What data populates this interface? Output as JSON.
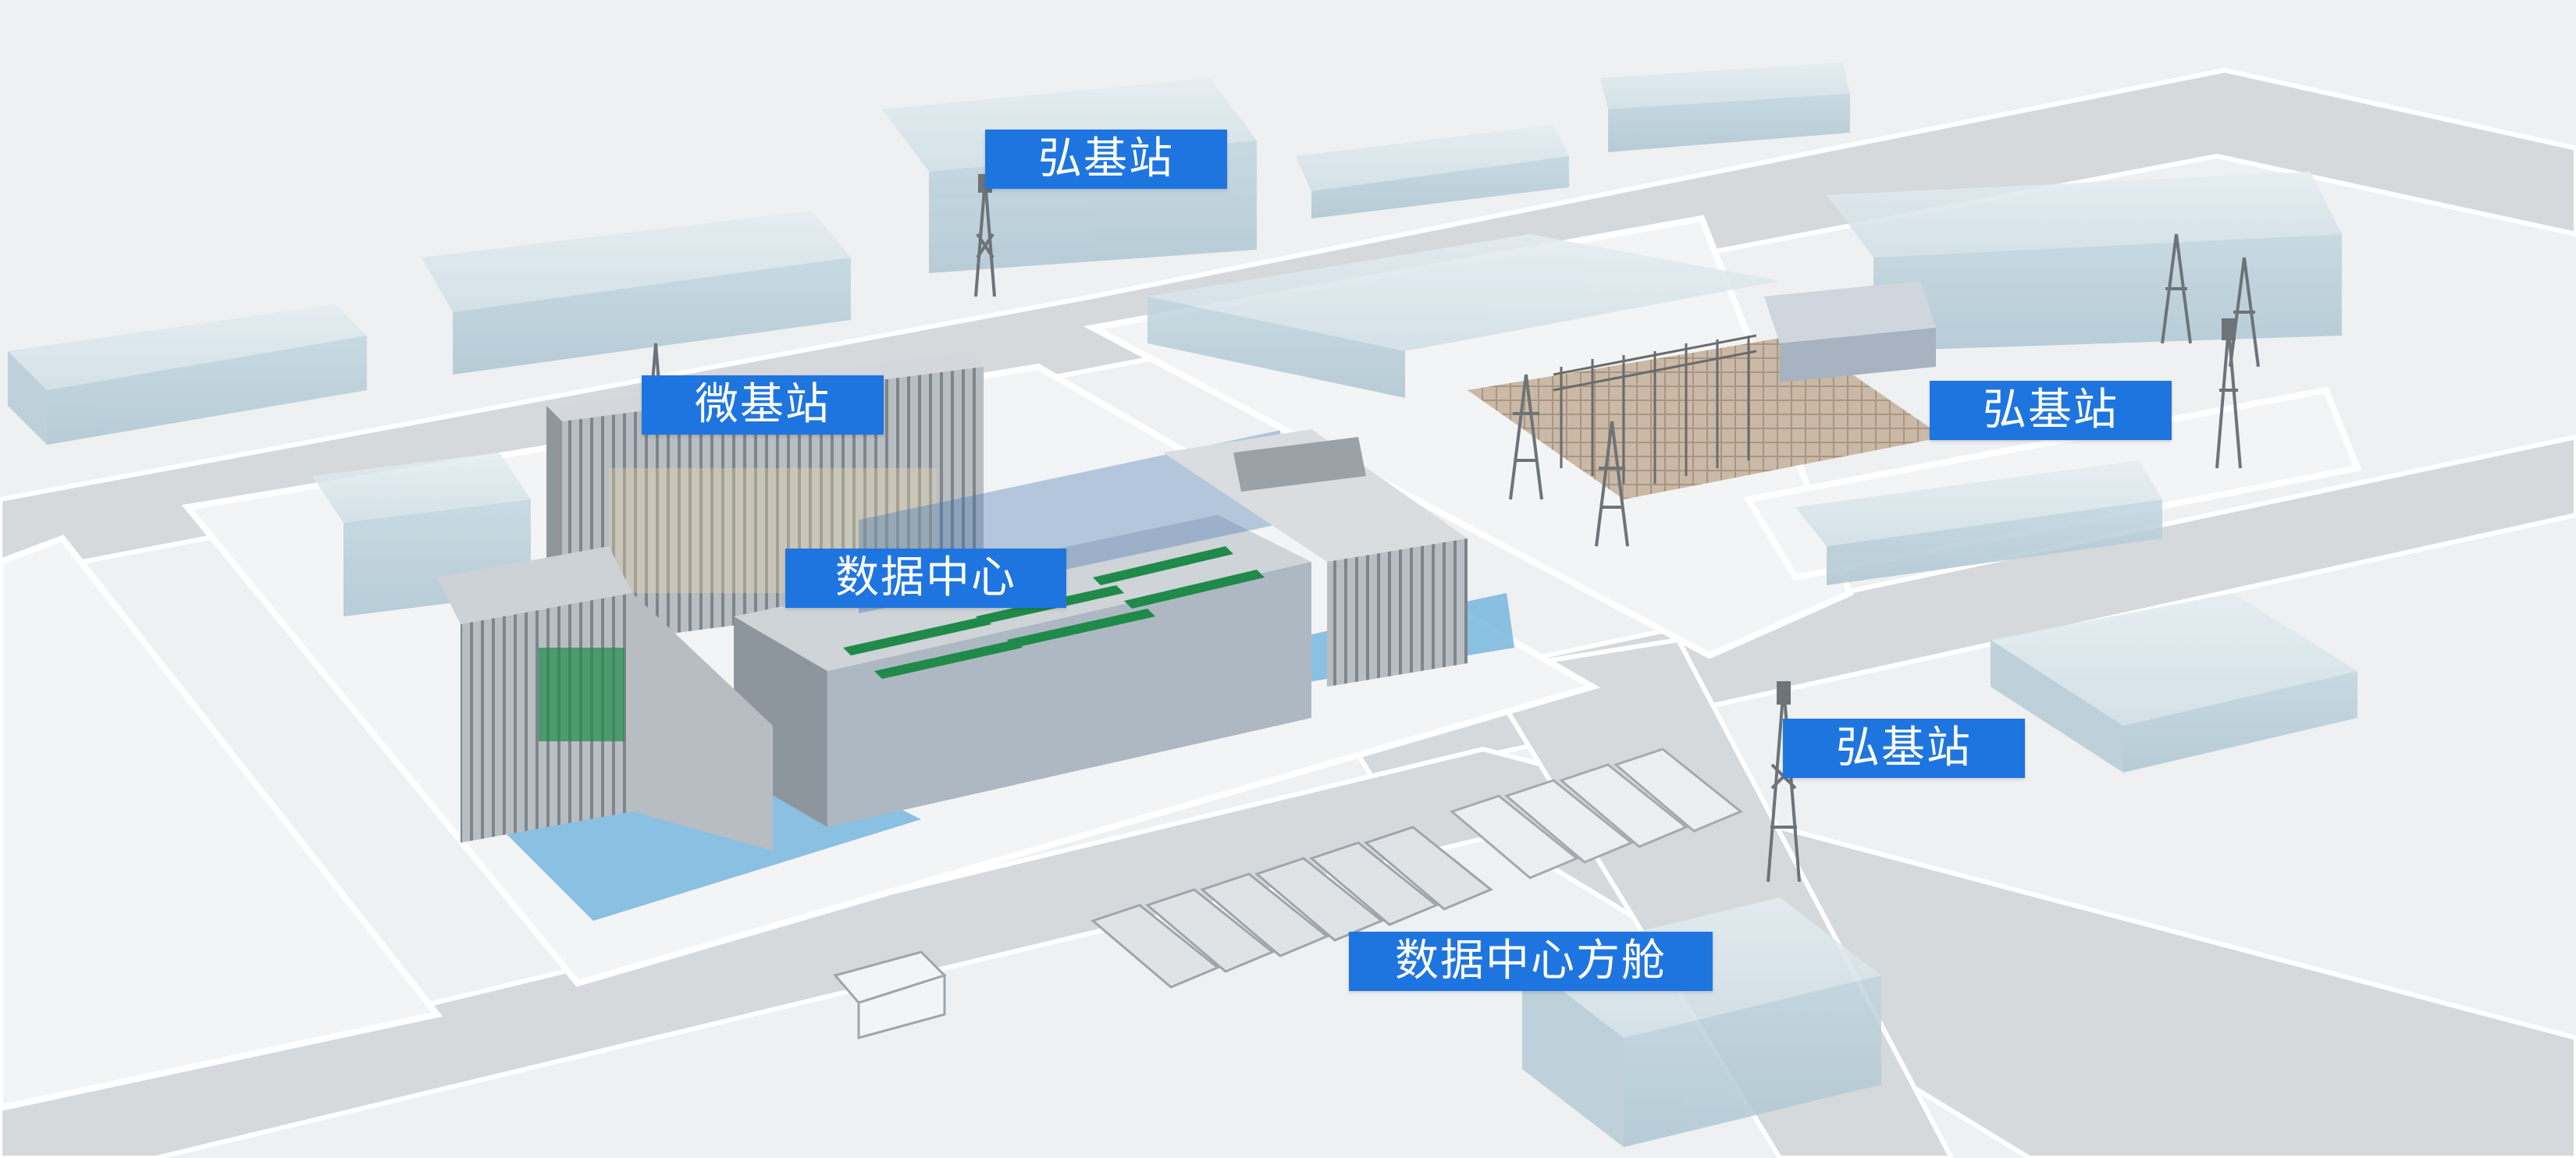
{
  "labels": {
    "macro_station_top": "弘基站",
    "micro_station": "微基站",
    "data_center": "数据中心",
    "macro_station_right": "弘基站",
    "macro_station_bottom": "弘基站",
    "data_center_container": "数据中心方舱"
  },
  "colors": {
    "label_bg": "#1f75e0",
    "label_text": "#ffffff",
    "ground": "#eef0f2",
    "road": "#d6d9dc",
    "glass_building": "#c9dbe3",
    "water": "#6fb3dc",
    "server_green": "#1f8a4a"
  }
}
